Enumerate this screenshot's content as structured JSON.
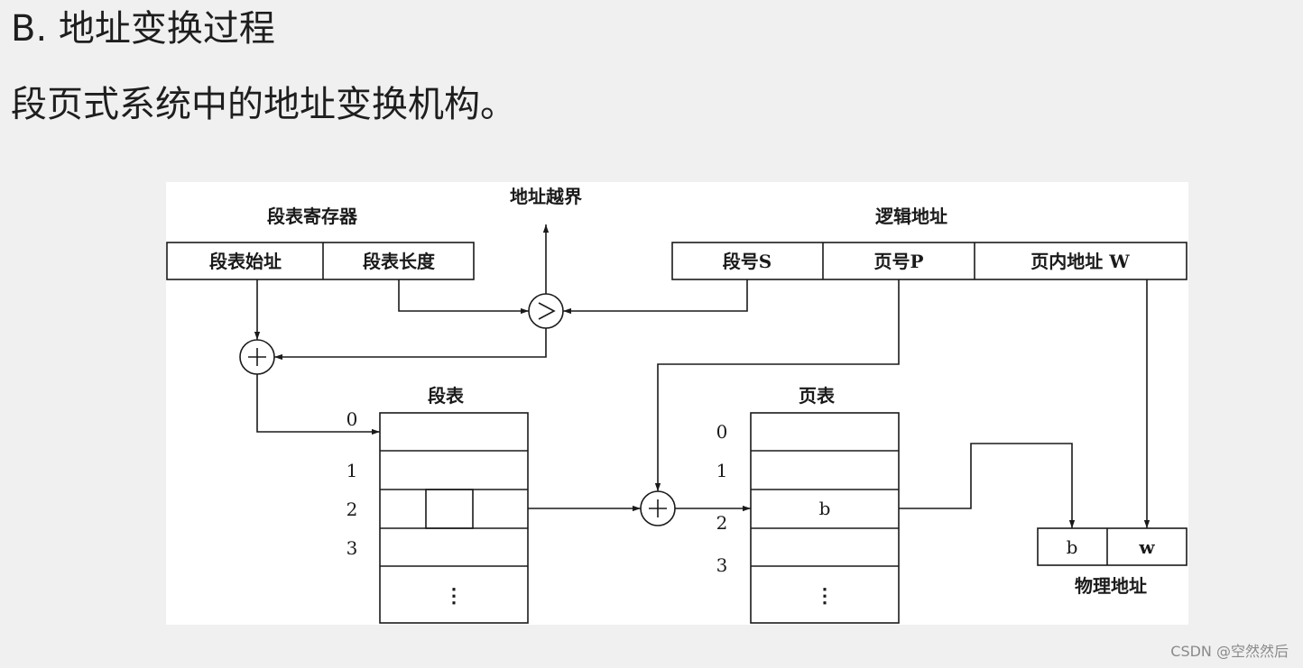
{
  "heading": "B. 地址变换过程",
  "subheading": "段页式系统中的地址变换机构。",
  "diagram": {
    "segment_table_register": {
      "title": "段表寄存器",
      "cells": [
        "段表始址",
        "段表长度"
      ]
    },
    "address_overflow": "地址越界",
    "logical_address": {
      "title": "逻辑地址",
      "cells": [
        "段号S",
        "页号P",
        "页内地址 W"
      ]
    },
    "compare_symbol": ">",
    "adder_symbol": "+",
    "segment_table": {
      "title": "段表",
      "indices": [
        "0",
        "1",
        "2",
        "3"
      ],
      "ellipsis": "⋮"
    },
    "page_table": {
      "title": "页表",
      "indices": [
        "0",
        "1",
        "2",
        "3"
      ],
      "entry_b": "b",
      "ellipsis": "⋮"
    },
    "physical_address": {
      "title": "物理地址",
      "cells": [
        "b",
        "w"
      ]
    }
  },
  "footer": {
    "watermark": "CSDN @空然然后"
  }
}
